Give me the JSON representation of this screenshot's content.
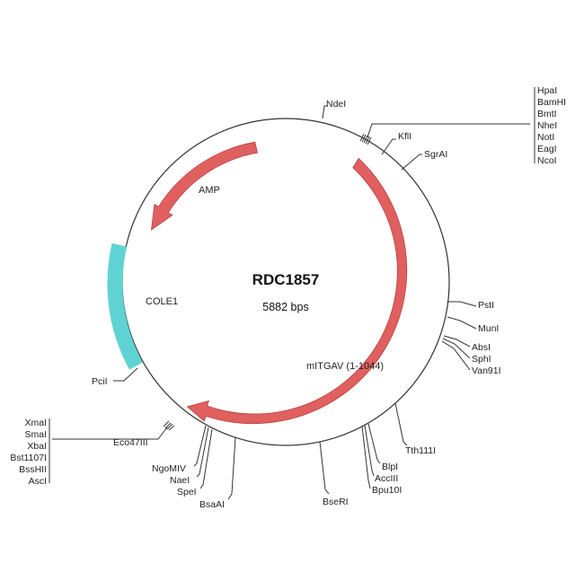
{
  "plasmid": {
    "name": "RDC1857",
    "size_label": "5882 bps"
  },
  "features": {
    "amp": {
      "label": "AMP",
      "color": "#e06060"
    },
    "mitgav": {
      "label": "mITGAV (1-1044)",
      "color": "#e06060"
    },
    "cole1": {
      "label": "COLE1",
      "color": "#5fd3d3"
    }
  },
  "sites": {
    "ndei": "NdeI",
    "kfli": "KflI",
    "sgrai": "SgrAI",
    "psti": "PstI",
    "muni": "MunI",
    "absi": "AbsI",
    "sphi": "SphI",
    "van91i": "Van91I",
    "tth111i": "Tth111I",
    "blpi": "BlpI",
    "acciii": "AccIII",
    "bpu10i": "Bpu10I",
    "bseri": "BseRI",
    "bsaai": "BsaAI",
    "spei": "SpeI",
    "naei": "NaeI",
    "ngomiv": "NgoMIV",
    "eco47iii": "Eco47III",
    "pcii": "PciI"
  },
  "cluster_top_right": [
    "HpaI",
    "BamHI",
    "BmtI",
    "NheI",
    "NotI",
    "EagI",
    "NcoI"
  ],
  "cluster_bottom_left": [
    "XmaI",
    "SmaI",
    "XbaI",
    "Bst1107I",
    "BssHII",
    "AscI"
  ]
}
